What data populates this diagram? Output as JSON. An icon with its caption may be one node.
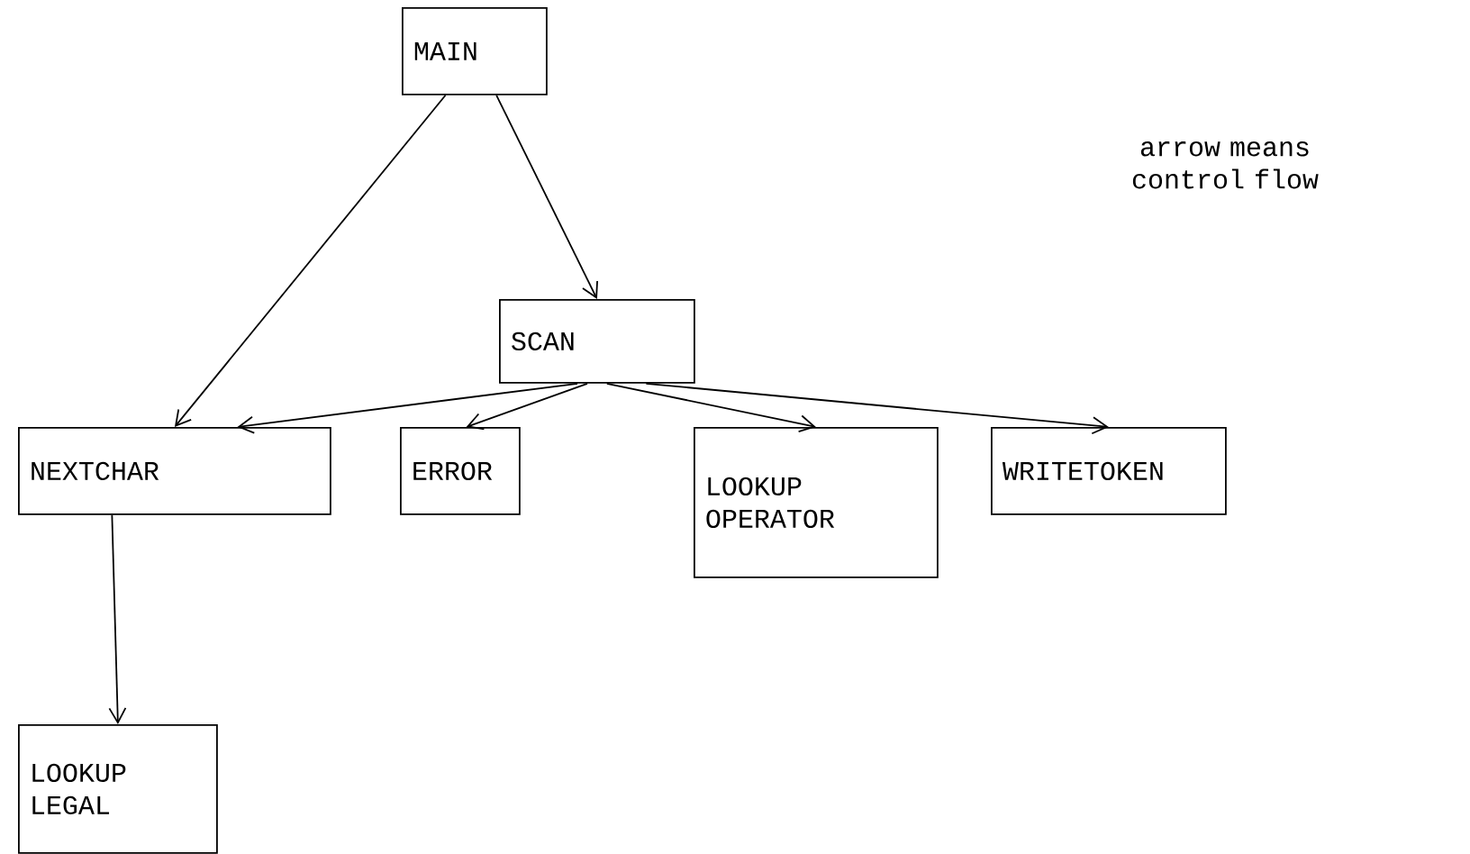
{
  "diagram": {
    "nodes": [
      {
        "text": [
          "MAIN"
        ]
      },
      {
        "text": [
          "SCAN"
        ]
      },
      {
        "text": [
          "NEXTCHAR"
        ]
      },
      {
        "text": [
          "ERROR"
        ]
      },
      {
        "text": [
          "LOOKUP OPERATOR"
        ]
      },
      {
        "text": [
          "WRITETOKEN"
        ]
      },
      {
        "text": [
          "LOOKUP LEGAL"
        ]
      }
    ],
    "edges": [
      {
        "from": 0,
        "to": 1,
        "arrow": "to"
      },
      {
        "from": 0,
        "to": 2,
        "arrow": "to"
      },
      {
        "from": 1,
        "to": 2,
        "arrow": "to"
      },
      {
        "from": 1,
        "to": 3,
        "arrow": "to"
      },
      {
        "from": 1,
        "to": 4,
        "arrow": "to"
      },
      {
        "from": 1,
        "to": 5,
        "arrow": "to"
      },
      {
        "from": 2,
        "to": 6,
        "arrow": "to"
      }
    ],
    "labels": [
      "arrow means control flow"
    ]
  }
}
